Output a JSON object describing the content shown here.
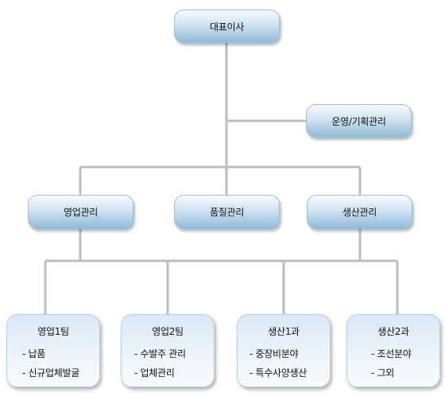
{
  "ceo": "대표이사",
  "staff": "운영/기획관리",
  "departments": [
    "영업관리",
    "품질관리",
    "생산관리"
  ],
  "teams": [
    {
      "name": "영업1팀",
      "items": [
        "- 납품",
        "- 신규업체발굴"
      ]
    },
    {
      "name": "영업2팀",
      "items": [
        "- 수발주 관리",
        "- 업체관리"
      ]
    },
    {
      "name": "생산1과",
      "items": [
        "- 중장비분야",
        "- 특수사양생산"
      ]
    },
    {
      "name": "생산2과",
      "items": [
        "- 조선분야",
        "- 그외"
      ]
    }
  ],
  "colors": {
    "line": "#bdbdbd",
    "box_top": "#f7fbfe",
    "box_bottom": "#8fbcd9",
    "team_top": "#d9e9f5"
  }
}
